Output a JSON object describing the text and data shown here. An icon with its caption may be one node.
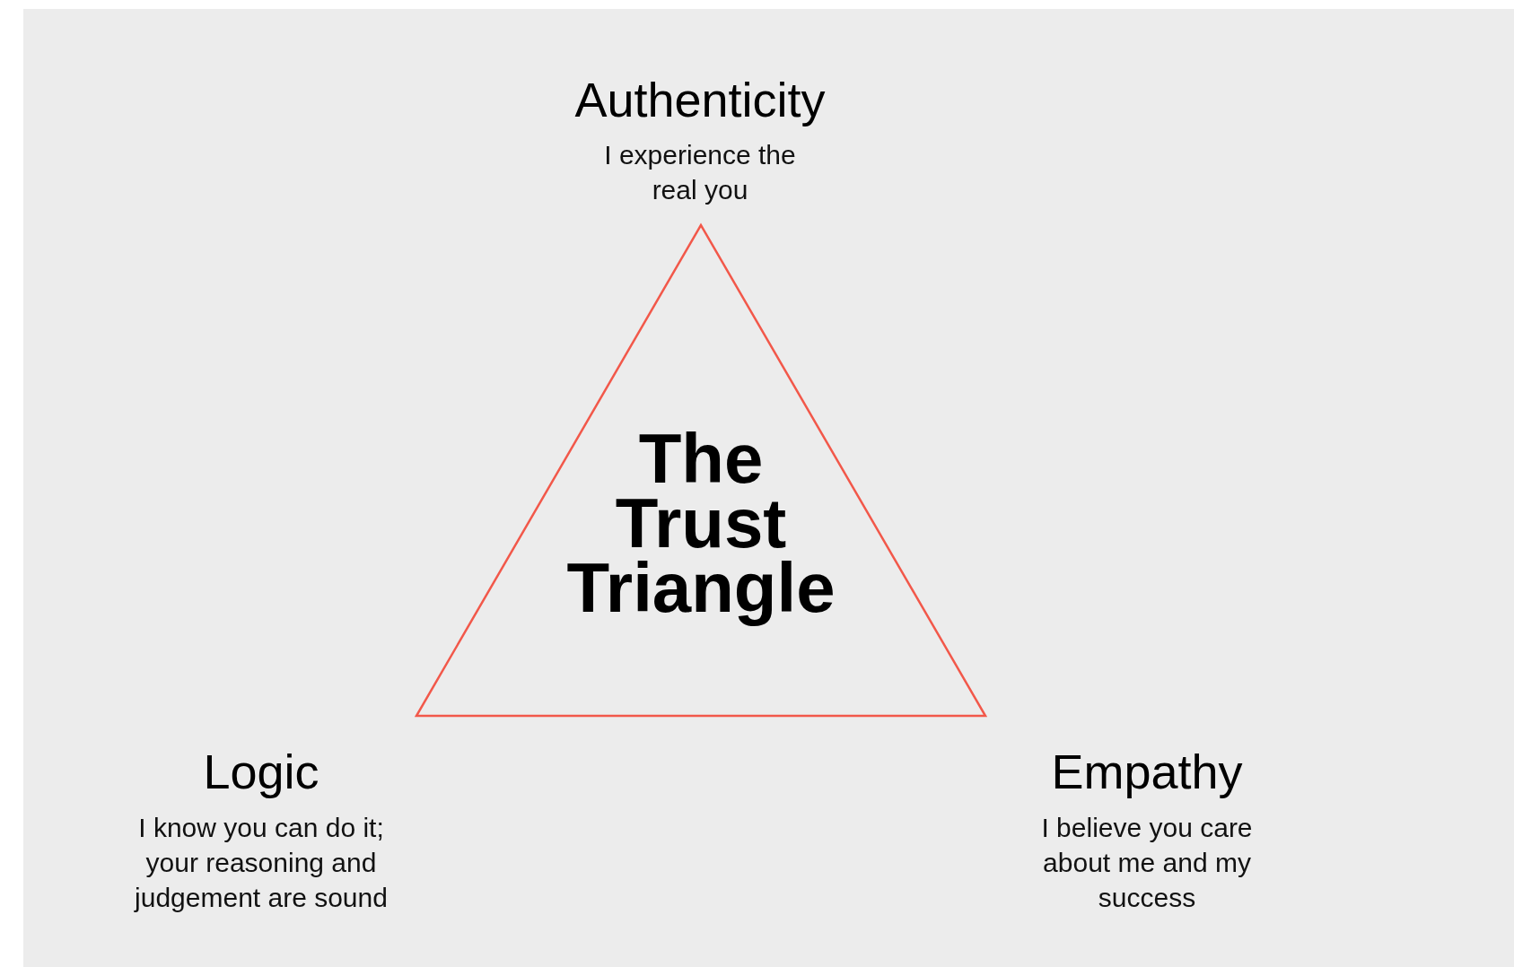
{
  "diagram": {
    "nodes": [
      {
        "text": [
          "The Trust Triangle"
        ]
      }
    ],
    "labels": [
      "Authenticity",
      "I experience the real you",
      "Logic",
      "I know you can do it; your reasoning and judgement are sound",
      "Empathy",
      "I believe you care about me and my success"
    ]
  }
}
